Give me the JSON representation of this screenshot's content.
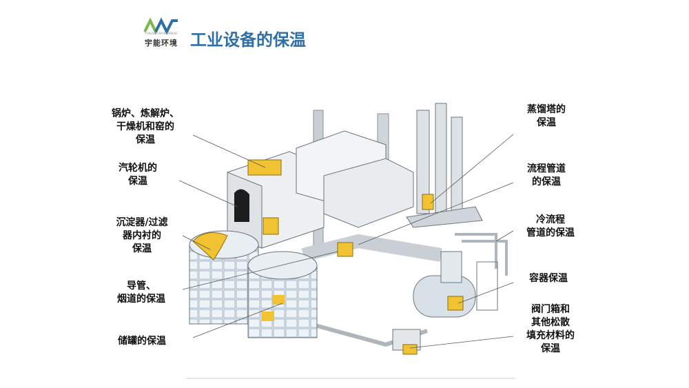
{
  "header": {
    "logo_text": "宇能环境",
    "logo_subtext": "YUNENG ENVIRONMENT",
    "title": "工业设备的保温"
  },
  "labels_left": [
    {
      "lines": [
        "锅炉、炼解炉、",
        "干燥机和窑的",
        "保温"
      ]
    },
    {
      "lines": [
        "汽轮机的",
        "保温"
      ]
    },
    {
      "lines": [
        "沉淀器/过滤",
        "器内衬的",
        "保温"
      ]
    },
    {
      "lines": [
        "导管、",
        "烟道的保温"
      ]
    },
    {
      "lines": [
        "储罐的保温"
      ]
    }
  ],
  "labels_right": [
    {
      "lines": [
        "蒸馏塔的",
        "保温"
      ]
    },
    {
      "lines": [
        "流程管道",
        "的保温"
      ]
    },
    {
      "lines": [
        "冷流程",
        "管道的保温"
      ]
    },
    {
      "lines": [
        "容器保温"
      ]
    },
    {
      "lines": [
        "阀门箱和",
        "其他松散",
        "填充材料的",
        "保温"
      ]
    }
  ],
  "colors": {
    "title": "#2e6fa8",
    "insulation": "#f1c232",
    "equipment": "#e8ecef",
    "logo_green": "#7ab648",
    "logo_blue": "#2e6fa8"
  }
}
